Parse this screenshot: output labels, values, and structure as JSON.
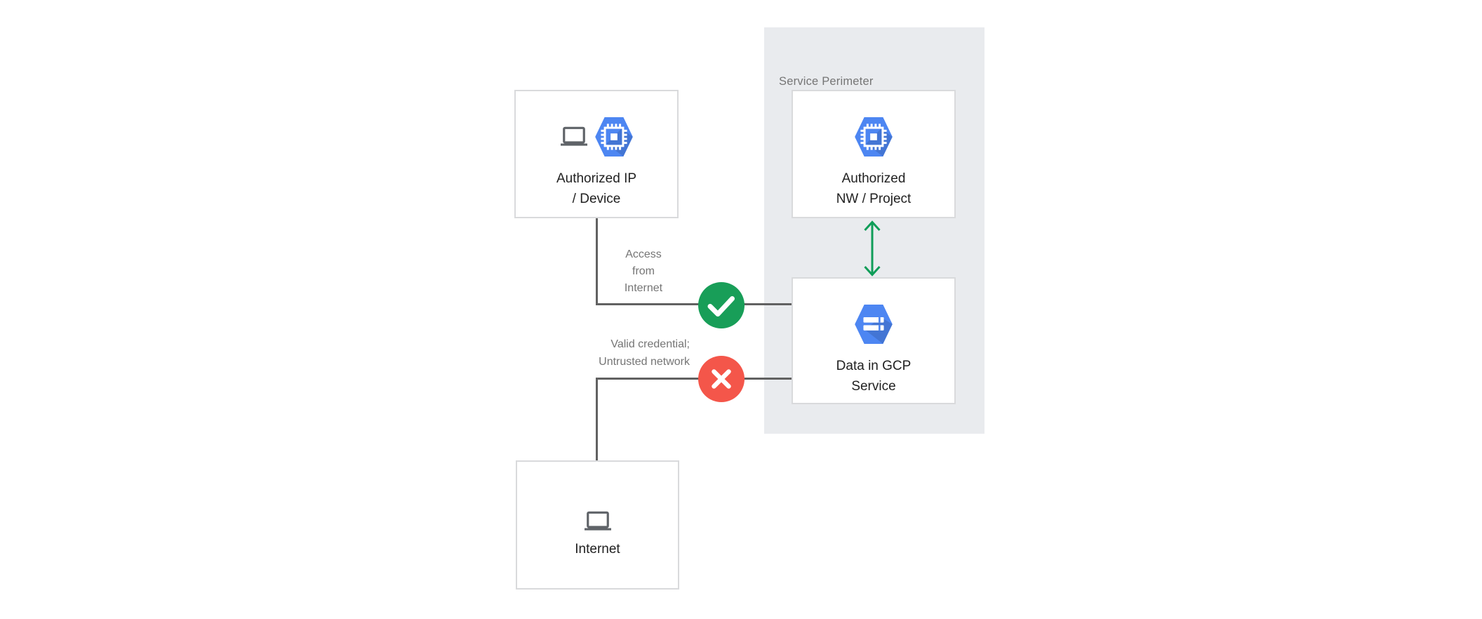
{
  "perimeter": {
    "label": "Service Perimeter"
  },
  "nodes": {
    "authorized_ip_device": {
      "label_line1": "Authorized IP",
      "label_line2": "/ Device",
      "icons": [
        "laptop-icon",
        "gcp-compute-hexagon-icon"
      ]
    },
    "authorized_nw_project": {
      "label_line1": "Authorized",
      "label_line2": "NW / Project",
      "icons": [
        "gcp-compute-hexagon-icon"
      ]
    },
    "data_in_gcp_service": {
      "label_line1": "Data in GCP",
      "label_line2": "Service",
      "icons": [
        "gcp-storage-hexagon-icon"
      ]
    },
    "internet": {
      "label_line1": "Internet",
      "icons": [
        "laptop-icon"
      ]
    }
  },
  "edges": {
    "allowed": {
      "label_line1": "Access",
      "label_line2": "from",
      "label_line3": "Internet",
      "badge": "check-icon"
    },
    "denied": {
      "label_line1": "Valid credential;",
      "label_line2": "Untrusted network",
      "badge": "x-icon"
    },
    "perimeter_link": {
      "badge": "double-arrow-icon"
    }
  },
  "colors": {
    "perimeter_bg": "#e9ebee",
    "node_border": "#d9dadc",
    "connector_gray": "#616161",
    "arrow_green": "#0f9d58",
    "badge_green": "#189e58",
    "badge_red": "#f4564a",
    "hexagon_blue": "#4d86f2",
    "icon_gray": "#5f6368",
    "label_dark": "#212121",
    "label_gray": "#757575"
  }
}
